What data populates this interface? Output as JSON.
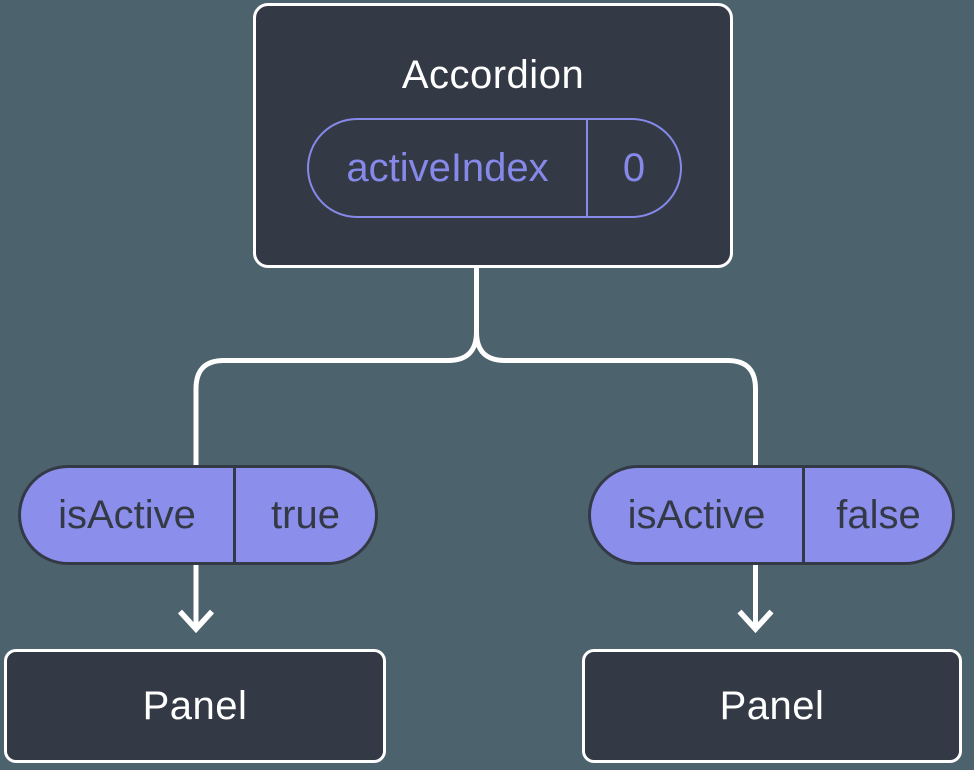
{
  "diagram": {
    "root": {
      "title": "Accordion",
      "state_name": "activeIndex",
      "state_value": "0"
    },
    "branches": [
      {
        "prop_name": "isActive",
        "prop_value": "true",
        "child_title": "Panel"
      },
      {
        "prop_name": "isActive",
        "prop_value": "false",
        "child_title": "Panel"
      }
    ]
  },
  "colors": {
    "background": "#4C626D",
    "card_fill": "#333A46",
    "card_border": "#FFFFFF",
    "pill_fill": "#8B8EEA",
    "pill_outline": "#8689E9",
    "pill_dark_text": "#333A46",
    "connector": "#FFFFFF"
  }
}
